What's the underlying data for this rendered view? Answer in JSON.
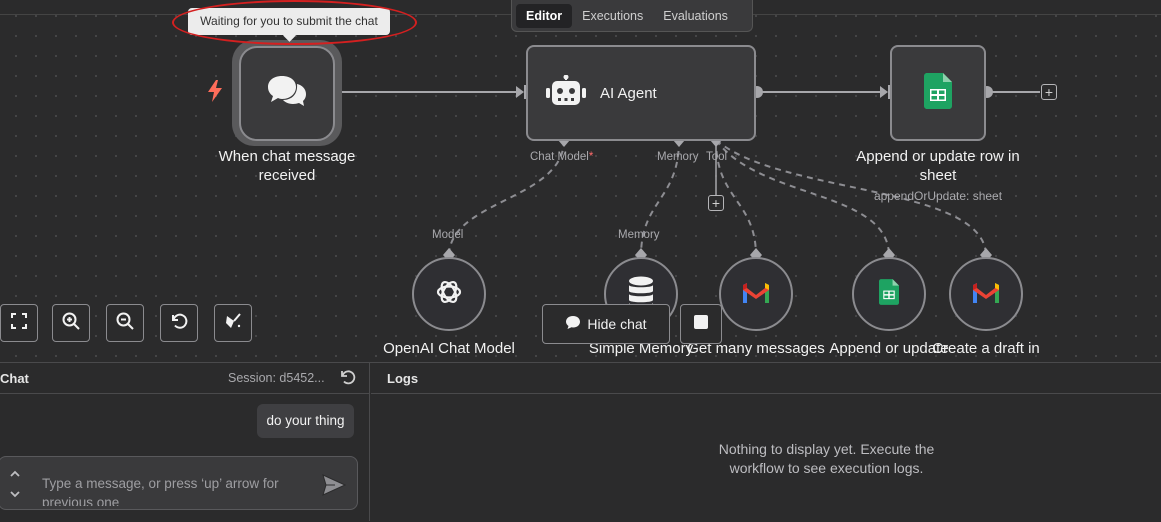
{
  "tabs": [
    {
      "label": "Editor",
      "active": true
    },
    {
      "label": "Executions",
      "active": false
    },
    {
      "label": "Evaluations",
      "active": false
    }
  ],
  "tooltip": "Waiting for you to submit the chat",
  "nodes": {
    "trigger": {
      "label_line1": "When chat message",
      "label_line2": "received",
      "icon": "chat-bubbles-icon"
    },
    "agent": {
      "label": "AI Agent",
      "icon": "robot-icon"
    },
    "sheet": {
      "label_line1": "Append or update row in",
      "label_line2": "sheet",
      "sublabel": "appendOrUpdate: sheet",
      "icon": "google-sheets-icon"
    }
  },
  "ports": {
    "chat_model": "Chat Model",
    "required_mark": "*",
    "memory": "Memory",
    "tool": "Tool",
    "model": "Model",
    "memory_sub": "Memory"
  },
  "subnodes": [
    {
      "label": "OpenAI Chat Model",
      "icon": "openai-icon"
    },
    {
      "label": "Simple Memory",
      "icon": "database-icon"
    },
    {
      "label": "Get many messages",
      "icon": "gmail-icon"
    },
    {
      "label": "Append or update",
      "icon": "google-sheets-icon"
    },
    {
      "label": "Create a draft in",
      "icon": "gmail-icon"
    }
  ],
  "controls": {
    "hide_chat": "Hide chat"
  },
  "chat": {
    "title": "Chat",
    "session": "Session: d5452...",
    "message": "do your thing",
    "input_placeholder": "Type a message, or press ‘up’ arrow for previous one"
  },
  "logs": {
    "title": "Logs",
    "empty_line1": "Nothing to display yet. Execute the",
    "empty_line2": "workflow to see execution logs."
  },
  "colors": {
    "canvas": "#2b2b2c",
    "node_border": "#8b8b8f",
    "trigger_bolt": "#ff6d5a",
    "sheets_green": "#1ea362",
    "gmail_red": "#ea4335",
    "highlight_circle": "#d42020"
  }
}
